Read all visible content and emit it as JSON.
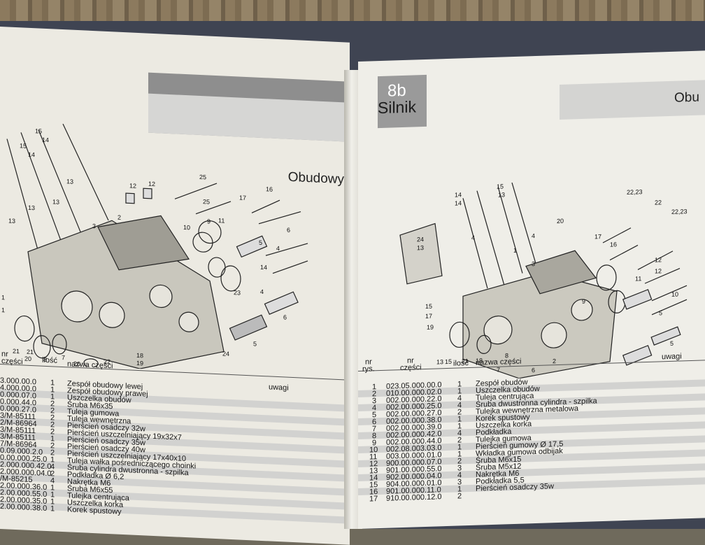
{
  "left_page": {
    "title": "Obudowy",
    "col_headers": {
      "nr": "nr",
      "czesci": "części",
      "ilosc": "ilość",
      "nazwa": "nazwa części",
      "uwagi": "uwagi"
    },
    "rows": [
      {
        "part": "3.000.00.0",
        "qty": "1",
        "name": "Zespół obudowy lewej"
      },
      {
        "part": "4.000.00.0",
        "qty": "1",
        "name": "Zespół obudowy prawej"
      },
      {
        "part": "0.000.07.0",
        "qty": "1",
        "name": "Uszczelka obudów"
      },
      {
        "part": "0.000.44.0",
        "qty": "2",
        "name": "Śruba M6x35"
      },
      {
        "part": "0.000.27.0",
        "qty": "2",
        "name": "Tuleja gumowa"
      },
      {
        "part": "3/M-85111",
        "qty": "2",
        "name": "Tuleja wewnętrzna"
      },
      {
        "part": "2/M-86964",
        "qty": "2",
        "name": "Pierścień osadczy 32w"
      },
      {
        "part": "3/M-85111",
        "qty": "2",
        "name": "Pierścień uszczelniający 19x32x7"
      },
      {
        "part": "3/M-85111",
        "qty": "1",
        "name": "Pierścień osadczy 35w"
      },
      {
        "part": "7/M-86964",
        "qty": "2",
        "name": "Pierścień osadczy 40w"
      },
      {
        "part": "0.09.000.2.0",
        "qty": "2",
        "name": "Pierścień uszczelniający 17x40x10"
      },
      {
        "part": "0.00.000.25.0",
        "qty": "1",
        "name": "Tuleja wałka pośredniczącego choinki"
      },
      {
        "part": "2.000.000.42.0",
        "qty": "4",
        "name": "Śruba cylindra dwustronna - szpilka"
      },
      {
        "part": "2.000.000.04.0",
        "qty": "2",
        "name": "Podkładka Ø 6,2"
      },
      {
        "part": "/M-85215",
        "qty": "4",
        "name": "Nakrętka M6"
      },
      {
        "part": "2.00.000.36.0",
        "qty": "1",
        "name": "Śruba M6x55"
      },
      {
        "part": "2.00.000.55.0",
        "qty": "1",
        "name": "Tulejka centrująca"
      },
      {
        "part": "2.00.000.35.0",
        "qty": "1",
        "name": "Uszczelka korka"
      },
      {
        "part": "2.00.000.38.0",
        "qty": "1",
        "name": "Korek spustowy"
      }
    ],
    "callouts": [
      "15",
      "14",
      "15",
      "14",
      "13",
      "13",
      "13",
      "13",
      "12",
      "12",
      "25",
      "16",
      "17",
      "25",
      "2",
      "3",
      "11",
      "10",
      "9",
      "6",
      "4",
      "5",
      "14",
      "23",
      "4",
      "6",
      "5",
      "1",
      "1",
      "21",
      "21",
      "20",
      "8",
      "7",
      "20",
      "22",
      "19",
      "18",
      "24"
    ]
  },
  "right_page": {
    "section_number": "8b",
    "section_name": "Silnik",
    "title": "Obu",
    "col_headers": {
      "nr": "nr",
      "rys": "rys.",
      "nr2": "nr",
      "czesci": "części",
      "ilosc": "ilość",
      "nazwa": "nazwa części",
      "uwagi": "uwagi"
    },
    "rows": [
      {
        "idx": "1",
        "part": "023.05.000.00.0",
        "qty": "1",
        "name": "Zespół obudów"
      },
      {
        "idx": "2",
        "part": "010.00.000.02.0",
        "qty": "1",
        "name": "Uszczelka obudów"
      },
      {
        "idx": "3",
        "part": "002.00.000.22.0",
        "qty": "4",
        "name": "Tuleja centrująca"
      },
      {
        "idx": "4",
        "part": "002.00.000.25.0",
        "qty": "4",
        "name": "Śruba dwustronna cylindra - szpilka"
      },
      {
        "idx": "5",
        "part": "002.00.000.27.0",
        "qty": "2",
        "name": "Tulejka wewnętrzna metalowa"
      },
      {
        "idx": "6",
        "part": "002.00.000.38.0",
        "qty": "1",
        "name": "Korek spustowy"
      },
      {
        "idx": "7",
        "part": "002.00.000.39.0",
        "qty": "1",
        "name": "Uszczelka korka"
      },
      {
        "idx": "8",
        "part": "002.00.000.42.0",
        "qty": "4",
        "name": "Podkładka"
      },
      {
        "idx": "9",
        "part": "002.00.000.44.0",
        "qty": "2",
        "name": "Tulejka gumowa"
      },
      {
        "idx": "10",
        "part": "002.08.003.03.0",
        "qty": "1",
        "name": "Pierścień gumowy Ø 17,5"
      },
      {
        "idx": "11",
        "part": "003.00.000.01.0",
        "qty": "1",
        "name": "Wkładka gumowa odbijak"
      },
      {
        "idx": "12",
        "part": "900.00.000.07.0",
        "qty": "2",
        "name": "Śruba M6x15"
      },
      {
        "idx": "13",
        "part": "901.00.000.55.0",
        "qty": "3",
        "name": "Śruba M5x12"
      },
      {
        "idx": "14",
        "part": "902.00.000.04.0",
        "qty": "4",
        "name": "Nakrętka M6"
      },
      {
        "idx": "15",
        "part": "904.00.000.01.0",
        "qty": "3",
        "name": "Podkładka 5,5"
      },
      {
        "idx": "16",
        "part": "901.00.000.11.0",
        "qty": "1",
        "name": "Pierścień osadczy 35w"
      },
      {
        "idx": "17",
        "part": "910.00.000.12.0",
        "qty": "2",
        "name": ""
      }
    ],
    "callouts": [
      "14",
      "15",
      "14",
      "13",
      "22,23",
      "22",
      "22,23",
      "20",
      "4",
      "4",
      "24",
      "13",
      "12",
      "17",
      "16",
      "1",
      "3",
      "12",
      "11",
      "15",
      "10",
      "17",
      "19",
      "9",
      "5",
      "13",
      "15",
      "21",
      "18",
      "8",
      "2",
      "7",
      "6",
      "5"
    ]
  }
}
